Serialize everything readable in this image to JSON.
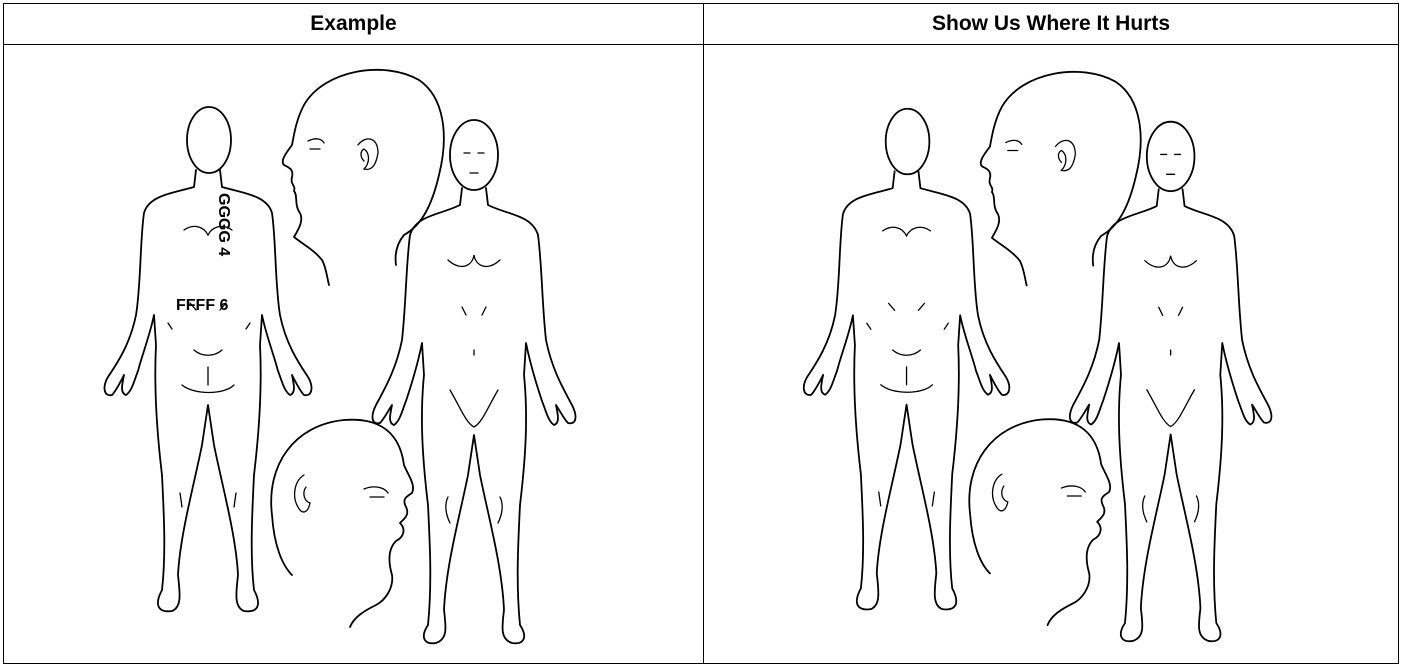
{
  "table": {
    "example_header": "Example",
    "input_header": "Show Us Where It Hurts"
  },
  "example": {
    "annotations": [
      {
        "id": "gggg",
        "text": "GGGG 4"
      },
      {
        "id": "ffff",
        "text": "FFFF 6"
      }
    ]
  }
}
